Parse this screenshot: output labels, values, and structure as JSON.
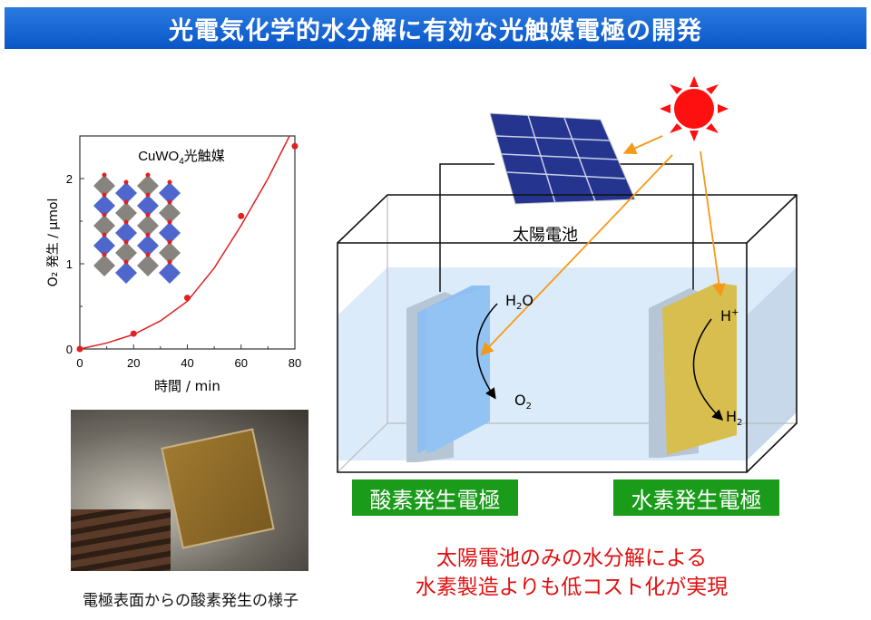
{
  "title": "光電気化学的水分解に有効な光触媒電極の開発",
  "chart_data": {
    "type": "scatter",
    "title": "CuWO₄光触媒",
    "title_parts": {
      "main": "CuWO",
      "sub": "4",
      "rest": "光触媒"
    },
    "xlabel": "時間 / min",
    "ylabel": "O₂ 発生 / μmol",
    "xlim": [
      0,
      80
    ],
    "ylim": [
      0,
      2.5
    ],
    "xticks": [
      "0",
      "20",
      "40",
      "60",
      "80"
    ],
    "yticks": [
      "0",
      "1",
      "2"
    ],
    "x": [
      0,
      20,
      40,
      60,
      80
    ],
    "y": [
      0,
      0.18,
      0.6,
      1.56,
      2.38
    ],
    "fit_curve": {
      "x": [
        0,
        10,
        20,
        30,
        40,
        50,
        60,
        70,
        78
      ],
      "y": [
        0,
        0.07,
        0.17,
        0.33,
        0.56,
        0.95,
        1.45,
        2.0,
        2.5
      ]
    },
    "colors": {
      "points": "#e02020",
      "curve": "#e02020"
    }
  },
  "photo_caption": "電極表面からの酸素発生の様子",
  "diagram": {
    "solar_cell_label": "太陽電池",
    "h2o": {
      "main": "H",
      "sub": "2",
      "rest": "O"
    },
    "o2": {
      "main": "O",
      "sub": "2"
    },
    "hplus": {
      "main": "H",
      "sup": "+"
    },
    "h2": {
      "main": "H",
      "sub": "2"
    },
    "oxygen_electrode_label": "酸素発生電極",
    "hydrogen_electrode_label": "水素発生電極"
  },
  "conclusion": [
    "太陽電池のみの水分解による",
    "水素製造よりも低コスト化が実現"
  ]
}
